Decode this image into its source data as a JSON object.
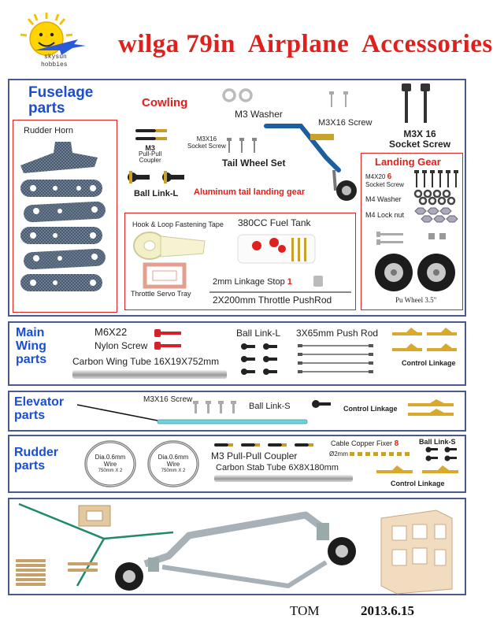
{
  "header": {
    "title": "wilga 79in  Airplane  Accessories",
    "logo_top": "skysun",
    "logo_bottom": "hobbies"
  },
  "fuselage": {
    "heading_line1": "Fuselage",
    "heading_line2": "parts",
    "rudder_horn": "Rudder Horn",
    "cowling": "Cowling",
    "m3_washer": "M3 Washer",
    "m3x16_screw": "M3X16 Screw",
    "m3x16_socket_line1": "M3X 16",
    "m3x16_socket_line2": "Socket Screw",
    "m3_coupler_line1": "M3",
    "m3_coupler_line2": "Pull-Pull",
    "m3_coupler_line3": "Coupler",
    "m3x16_socket_small_line1": "M3X16",
    "m3x16_socket_small_line2": "Socket Screw",
    "tail_wheel_set": "Tail Wheel Set",
    "ball_link_l": "Ball Link-L",
    "aluminum_gear": "Aluminum tail landing gear",
    "hook_loop": "Hook & Loop Fastening Tape",
    "fuel_tank": "380CC Fuel Tank",
    "throttle_tray": "Throttle Servo Tray",
    "linkage_stop": "2mm Linkage Stop",
    "linkage_stop_qty": "1",
    "pushrod": "2X200mm  Throttle PushRod",
    "landing_gear": {
      "heading": "Landing Gear",
      "m4x20_line1": "M4X20",
      "m4x20_qty": "6",
      "m4x20_line2": "Socket Screw",
      "m4_washer": "M4  Washer",
      "m4_lock_nut": "M4 Lock nut",
      "pu_wheel": "Pu Wheel 3.5\""
    }
  },
  "main_wing": {
    "heading_line1": "Main",
    "heading_line2": "Wing",
    "heading_line3": "parts",
    "m6x22": "M6X22",
    "nylon_screw": "Nylon Screw",
    "carbon_tube": "Carbon Wing Tube 16X19X752mm",
    "ball_link_l": "Ball Link-L",
    "push_rod": "3X65mm Push Rod",
    "control_linkage": "Control Linkage"
  },
  "elevator": {
    "heading_line1": "Elevator",
    "heading_line2": "parts",
    "m3x16_screw": "M3X16 Screw",
    "ball_link_s": "Ball Link-S",
    "control_linkage": "Control Linkage"
  },
  "rudder": {
    "heading_line1": "Rudder",
    "heading_line2": "parts",
    "wire_line1": "Dia.0.6mm",
    "wire_line2": "Wire",
    "wire_line3": "750mm X 2",
    "coupler": "M3 Pull-Pull Coupler",
    "cable_fixer": "Cable Copper Fixer",
    "cable_fixer_qty": "8",
    "cable_fixer_dia": "Ø2mm",
    "stab_tube": "Carbon Stab Tube  6X8X180mm",
    "ball_link_s": "Ball Link-S",
    "control_linkage": "Control Linkage"
  },
  "footer": {
    "author": "TOM",
    "date": "2013.6.15"
  },
  "colors": {
    "title_red": "#e0201c",
    "heading_blue": "#1a4fd1",
    "frame": "#4a5a8c"
  }
}
